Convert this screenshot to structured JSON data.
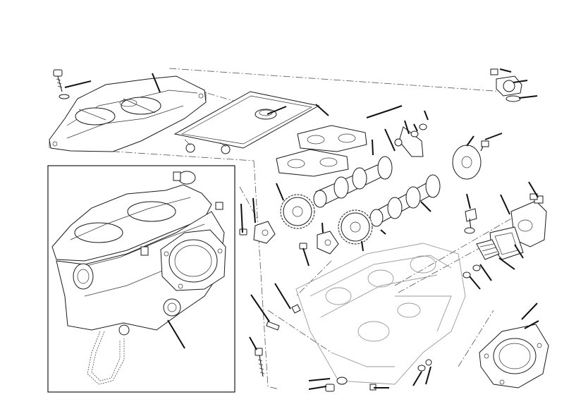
{
  "diagram": {
    "kind": "exploded-parts-view",
    "subject": "cylinder-head",
    "colors": {
      "line": "#1a1a1a",
      "ghost": "#9a9a9a",
      "background": "#ffffff"
    },
    "parts": [
      "valve-cover",
      "cover-bolt",
      "cover-gasket",
      "spark-plug-seal",
      "camshaft-exhaust",
      "camshaft-intake",
      "cam-sprocket-upper",
      "cam-sprocket-lower",
      "cam-cap-upper",
      "cam-cap-lower",
      "cylinder-head",
      "intake-flange",
      "thermostat-housing",
      "sensor-plug",
      "head-stud",
      "locating-dowel",
      "timing-chain",
      "assembled-head-inset"
    ]
  }
}
